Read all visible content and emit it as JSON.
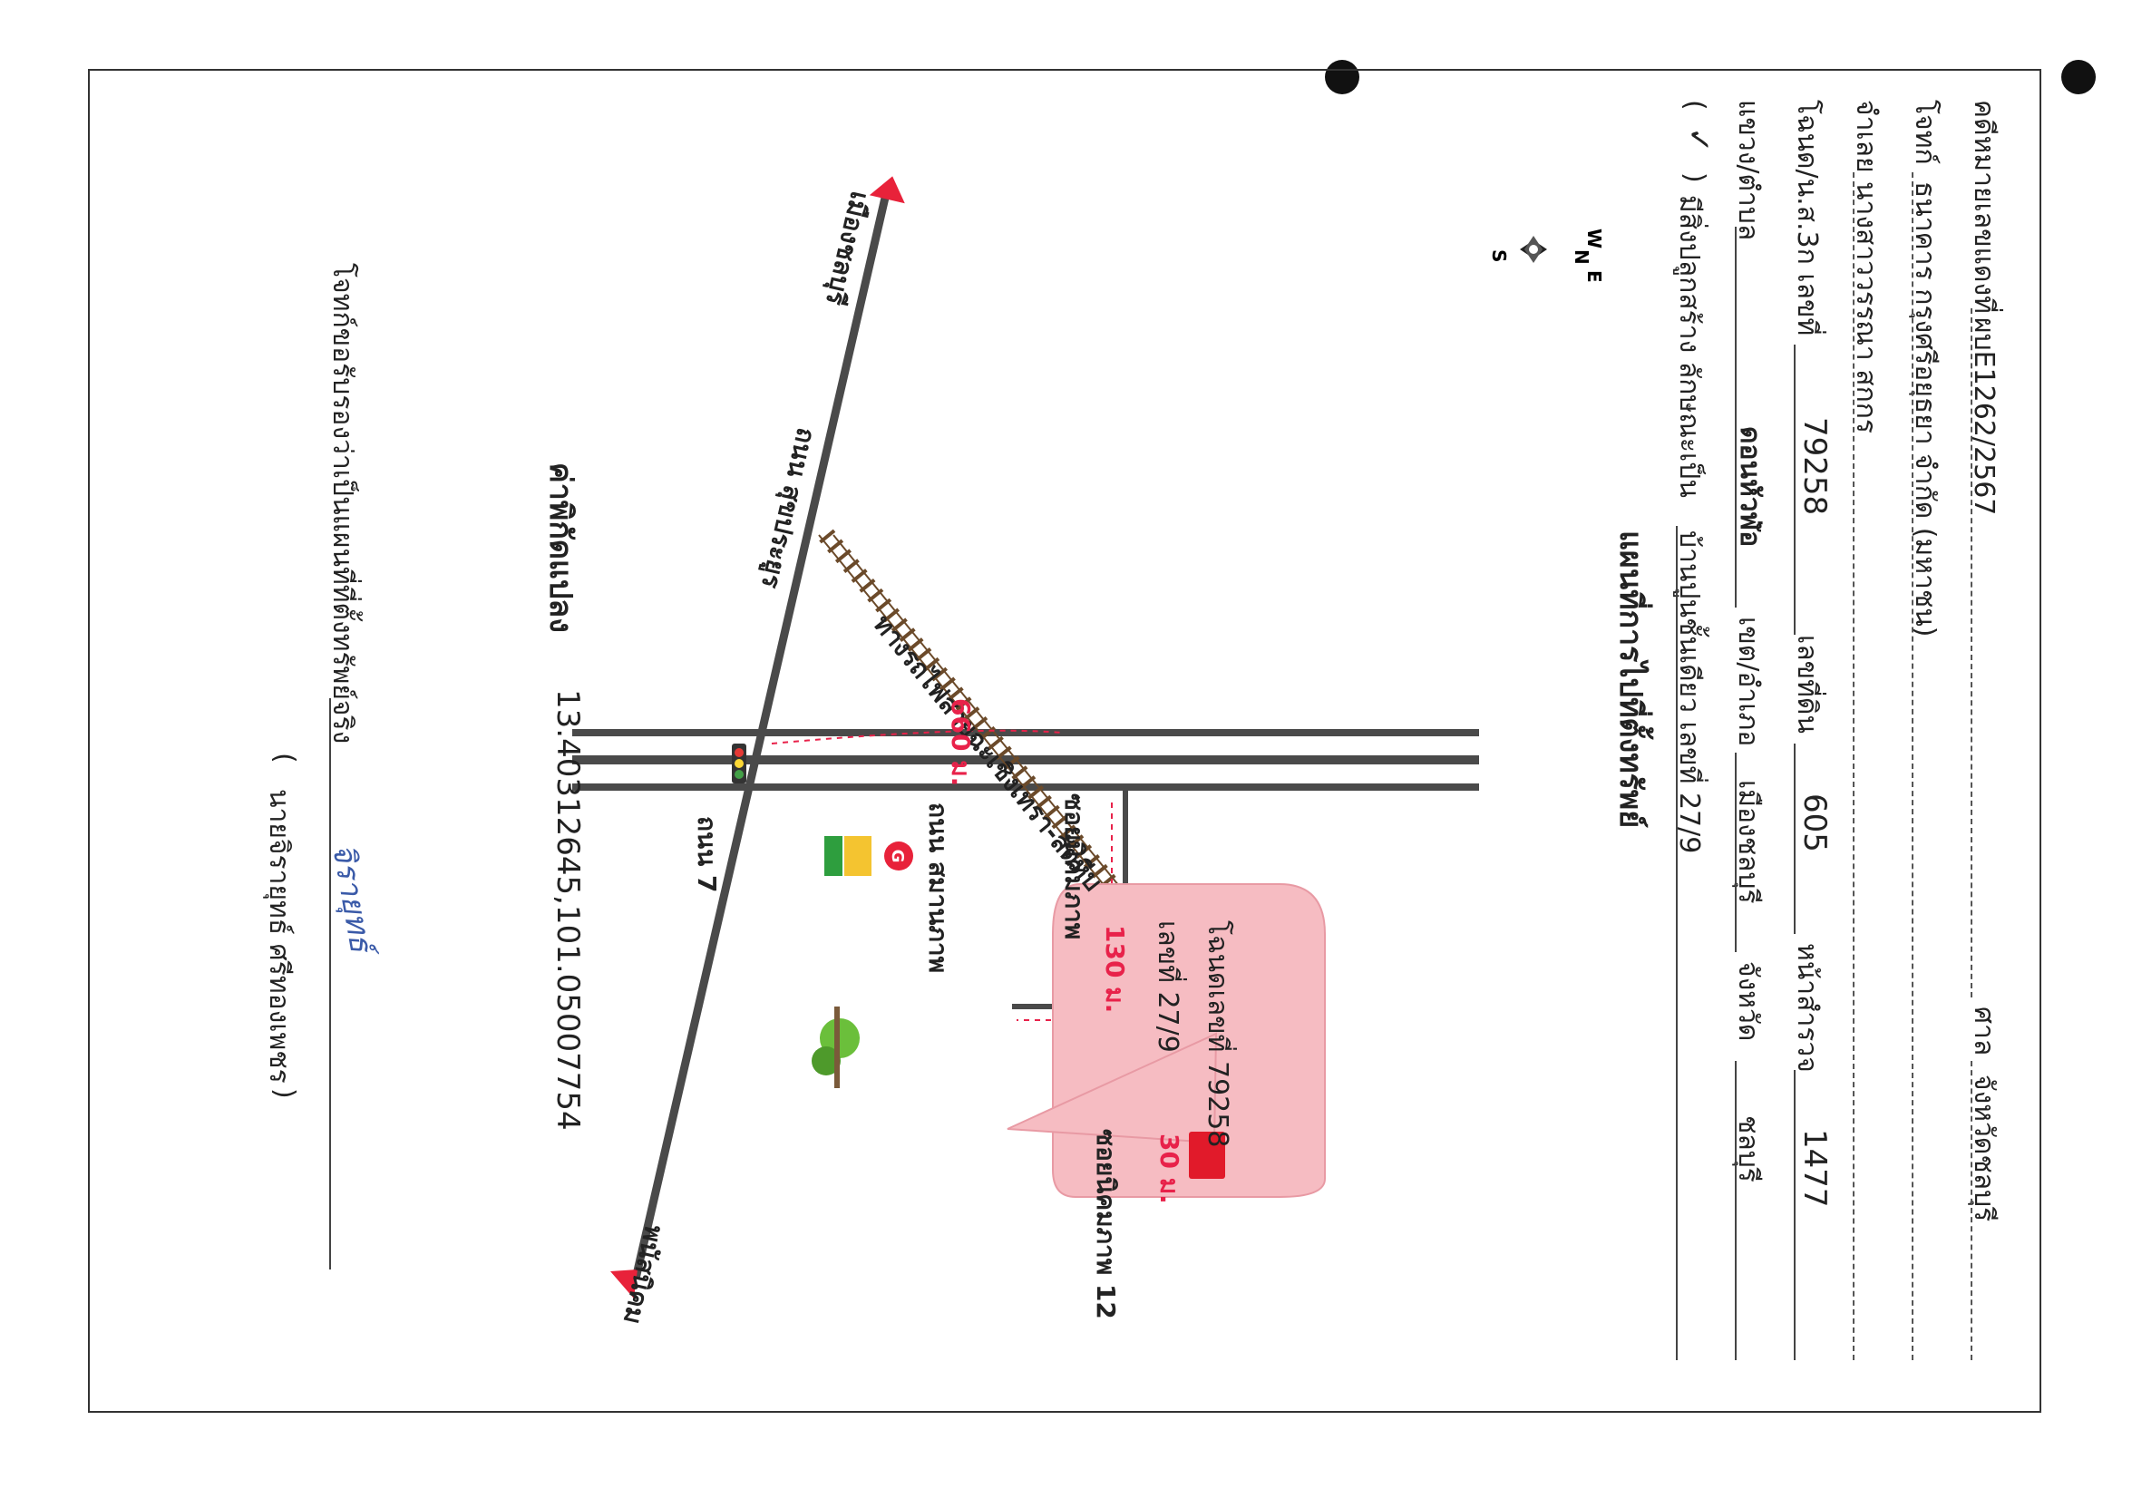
{
  "header": {
    "case_label": "คดีหมายเลขแดงที่",
    "case_number": "ผบE1262/2567",
    "court_label": "ศาล",
    "court_value": "จังหวัดชลบุรี",
    "plaintiff_label": "โจทก์",
    "plaintiff_value": "ธนาคาร กรุงศรีอยุธยา จำกัด (มหาชน)",
    "defendant_label": "จำเลย",
    "defendant_value": "นางสาววรรณา สกกร",
    "deed_label": "โฉนด/น.ส.3ก เลขที่",
    "deed_value": "79258",
    "land_no_label": "เลขที่ดิน",
    "land_no_value": "605",
    "survey_label": "หน้าสำรวจ",
    "survey_value": "1477",
    "subdistrict_label": "แขวง/ตำบล",
    "subdistrict_value": "ดอนหัวฬ่อ",
    "district_label": "เขต/อำเภอ",
    "district_value": "เมืองชลบุรี",
    "province_label": "จังหวัด",
    "province_value": "ชลบุรี",
    "building_prefix": "(",
    "building_check": "✓",
    "building_suffix": ")",
    "building_label": "มีสิ่งปลูกสร้าง ลักษณะเป็น",
    "building_value": "บ้านปูนชั้นเดียว เลขที่ 27/9",
    "map_title": "แผนที่การไปที่ตั้งทรัพย์"
  },
  "compass": {
    "n": "N",
    "e": "E",
    "s": "S",
    "w": "W"
  },
  "map": {
    "road_main": "ถนน สุขประยูร",
    "dir_left": "เมืองชลบุรี",
    "dir_right": "พนัสนิคม",
    "road_7": "ถนน 7",
    "road_saman": "ถนน สมานภาพ",
    "railway": "ทางรถไฟสายฉะเชิงเทรา-สัตหีบ",
    "soi_samakkhi": "ซอยนิคมภาพ",
    "soi_12": "ซอยนิคมภาพ 12",
    "dist_660": "660 ม.",
    "dist_130": "130 ม.",
    "dist_30": "30 ม.",
    "callout_line1": "โฉนดเลขที่ 79258",
    "callout_line2": "เลขที่ 27/9",
    "shop_logo": "G"
  },
  "footer": {
    "coord_label": "ค่าพิกัดแปลง",
    "coord_value": "13.40312645,101.05007754",
    "certify": "โจทก์ขอรับรองว่าเป็นแผนที่ที่ตั้งทรัพย์จริง",
    "signature": "จิรายุทธ์",
    "signer_open": "(",
    "signer_name": "นายจิรายุทธ์ ศรีทองเพชร",
    "signer_close": ")"
  },
  "colors": {
    "road": "#4a4a4a",
    "arrow": "#e8223a",
    "distance": "#e8224a",
    "callout": "#f6bcc2",
    "house": "#e11a2a"
  }
}
